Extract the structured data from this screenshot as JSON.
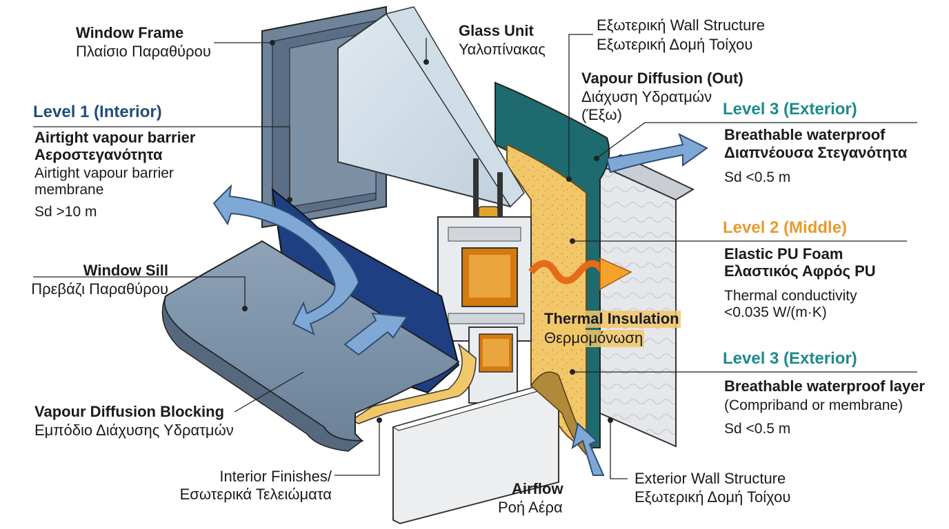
{
  "colors": {
    "level1": "#1f4e7a",
    "level2": "#e99a2c",
    "level3": "#1f8a8a",
    "frame": "#5e7389",
    "foam": "#f2c76a",
    "membrane_interior": "#1e3f82",
    "membrane_exterior": "#1d6b6e",
    "arrow_air": "#7fa8d6",
    "heat_wave": "#e56a1a"
  },
  "icons": [
    "air-flow-arrow",
    "heat-wave-arrow",
    "callout-dot"
  ],
  "labels": {
    "window_frame": {
      "en": "Window Frame",
      "gr": "Πλαίσιο Παραθύρου"
    },
    "glass_unit": {
      "en": "Glass Unit",
      "gr": "Υαλοπίνακας"
    },
    "wall_top": {
      "l1": "Εξωτερική Wall Structure",
      "l2": "Εξωτερική Δομή Τοίχου"
    },
    "vapour_out": {
      "en": "Vapour Diffusion (Out)",
      "gr1": "Διάχυση Υδρατμών",
      "gr2": "(Έξω)"
    },
    "level1": {
      "title": "Level 1 (Interior)",
      "l1": "Airtight vapour barrier",
      "l2": "Αεροστεγανότητα",
      "l3": "Airtight vapour barrier",
      "l4": "membrane",
      "l5": "Sd >10 m"
    },
    "level3_top": {
      "title": "Level 3 (Exterior)",
      "l1": "Breathable waterproof",
      "l2": "Διαπνέουσα Στεγανότητα",
      "l3": "Sd <0.5 m"
    },
    "level2": {
      "title": "Level 2 (Middle)",
      "l1": "Elastic PU Foam",
      "l2": "Ελαστικός Αφρός PU",
      "l3": "Thermal conductivity",
      "l4": "<0.035 W/(m·K)"
    },
    "thermal": {
      "en": "Thermal Insulation",
      "gr": "Θερμομόνωση"
    },
    "window_sill": {
      "en": "Window Sill",
      "gr": "Πρεβάζι Παραθύρου"
    },
    "level3_bottom": {
      "title": "Level 3 (Exterior)",
      "l1": "Breathable waterproof layer",
      "l2": "(Compriband or membrane)",
      "l3": "Sd <0.5 m"
    },
    "vapour_block": {
      "en": "Vapour Diffusion Blocking",
      "gr": "Εμπόδιο Διάχυσης Υδρατμών"
    },
    "interior_finishes": {
      "en": "Interior Finishes/",
      "gr": "Εσωτερικά Τελειώματα"
    },
    "airflow": {
      "en": "Airflow",
      "gr": "Ροή Αέρα"
    },
    "exterior_wall": {
      "en": "Exterior Wall Structure",
      "gr": "Εξωτερική Δομή Τοίχου"
    }
  }
}
